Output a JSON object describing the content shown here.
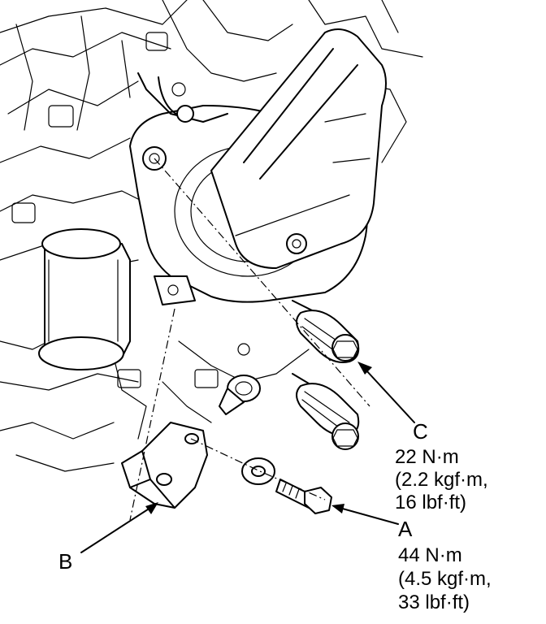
{
  "callouts": {
    "A": {
      "letter": "A",
      "torque_nm": "44 N·m",
      "torque_kgf": "(4.5 kgf·m,",
      "torque_lbf": "33 lbf·ft)"
    },
    "B": {
      "letter": "B"
    },
    "C": {
      "letter": "C",
      "torque_nm": "22 N·m",
      "torque_kgf": "(2.2 kgf·m,",
      "torque_lbf": "16 lbf·ft)"
    }
  }
}
